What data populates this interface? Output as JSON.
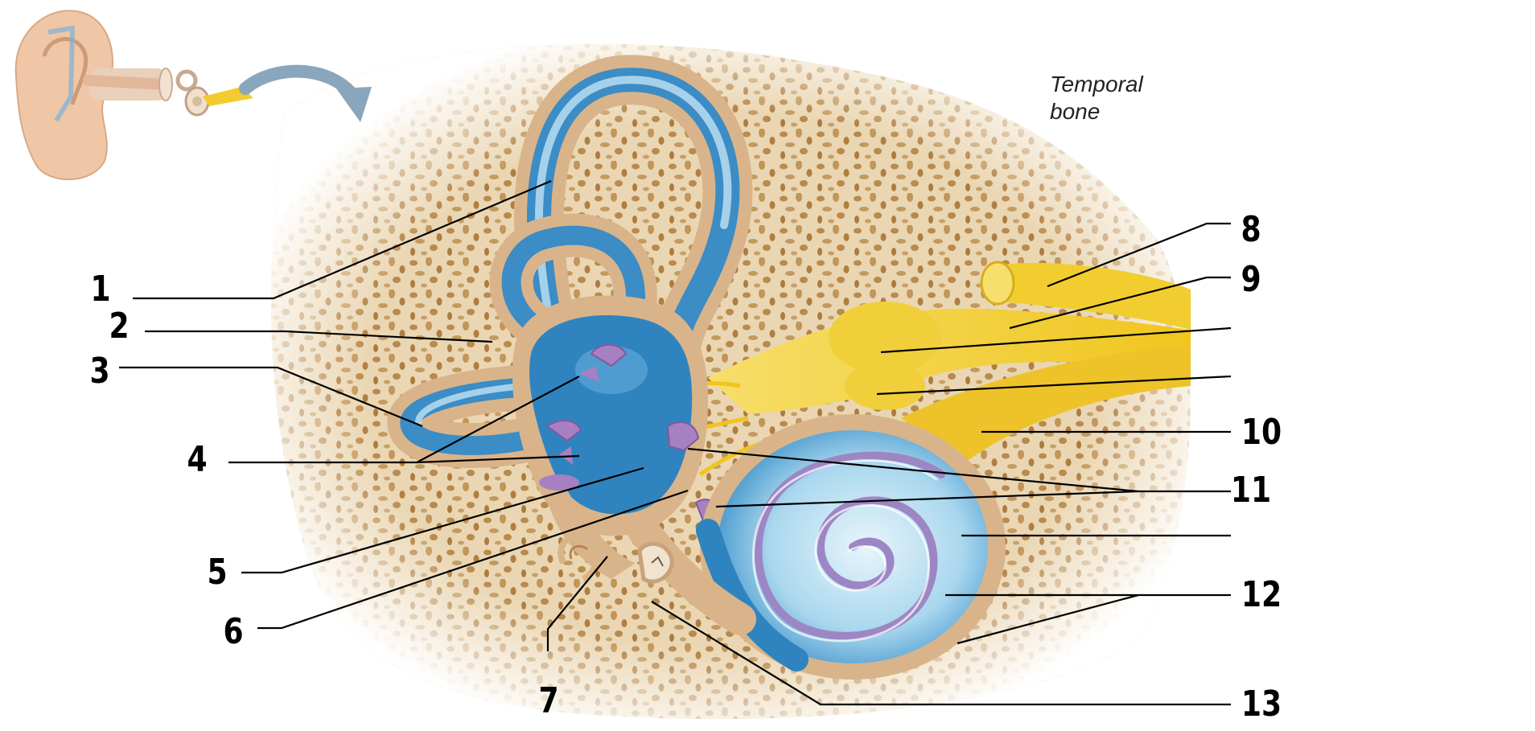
{
  "figure": {
    "caption_line1": "Temporal",
    "caption_line2": "bone"
  },
  "labels": {
    "l1": "1",
    "l2": "2",
    "l3": "3",
    "l4": "4",
    "l5": "5",
    "l6": "6",
    "l7": "7",
    "l8": "8",
    "l9": "9",
    "l10": "10",
    "l11": "11",
    "l12": "12",
    "l13": "13"
  },
  "colors": {
    "bone": "#e8d2ad",
    "bone_pore": "#b88648",
    "labyrinth_wall": "#d9b48a",
    "endolymph": "#2f84c0",
    "endolymph_light": "#bfe2f2",
    "receptor": "#a780c2",
    "nerve": "#f2cc2e",
    "leader_line": "#000000"
  }
}
